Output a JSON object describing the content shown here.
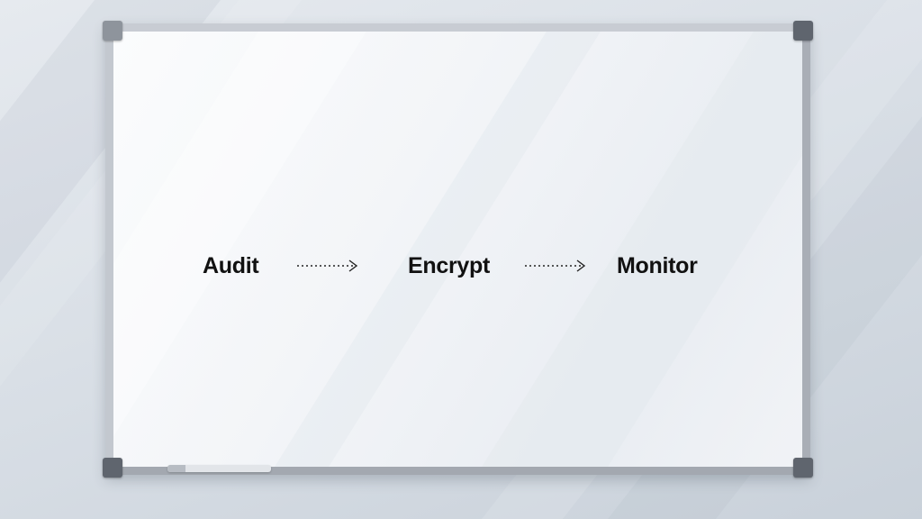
{
  "whiteboard": {
    "steps": [
      {
        "label": "Audit"
      },
      {
        "label": "Encrypt"
      },
      {
        "label": "Monitor"
      }
    ],
    "connectors": [
      {
        "icon": "dotted-arrow-icon"
      },
      {
        "icon": "dotted-arrow-icon"
      }
    ]
  }
}
